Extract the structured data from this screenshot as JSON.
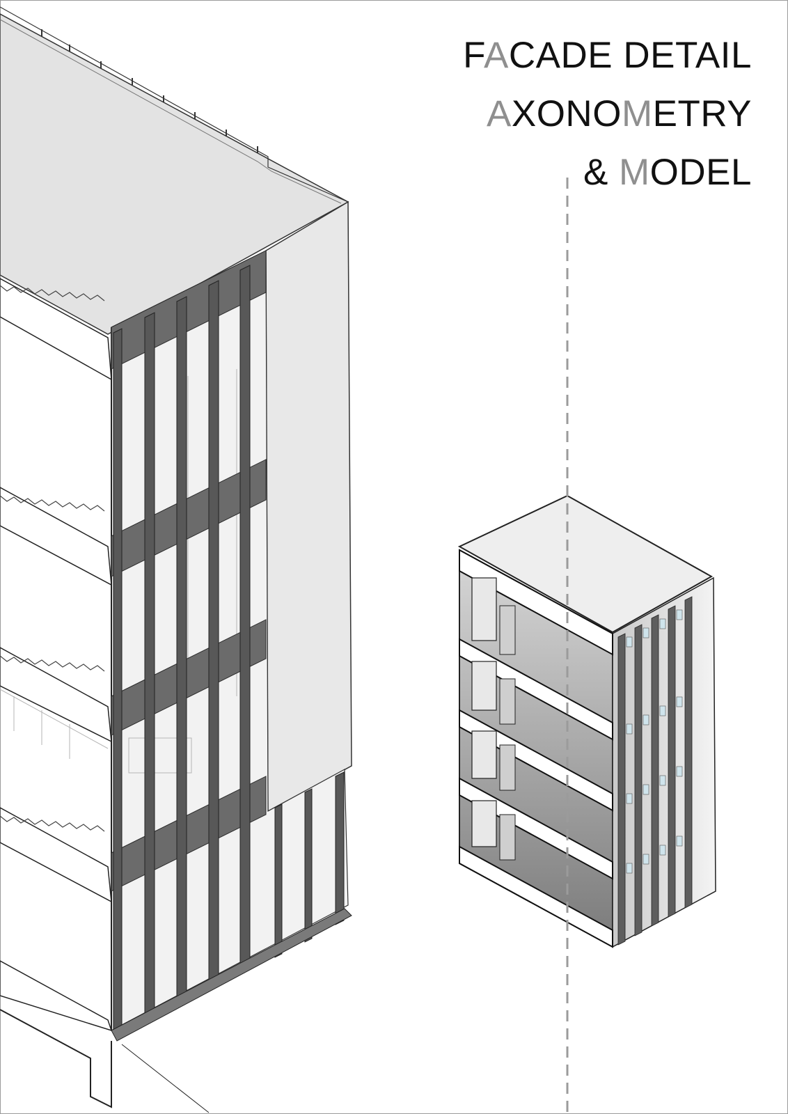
{
  "title": {
    "lines": [
      [
        {
          "text": "F",
          "accent": false
        },
        {
          "text": "A",
          "accent": true
        },
        {
          "text": "CADE DETAIL",
          "accent": false
        }
      ],
      [
        {
          "text": "A",
          "accent": true
        },
        {
          "text": "XONO",
          "accent": false
        },
        {
          "text": "M",
          "accent": true
        },
        {
          "text": "ETRY",
          "accent": false
        }
      ],
      [
        {
          "text": "& ",
          "accent": false
        },
        {
          "text": "M",
          "accent": true
        },
        {
          "text": "ODEL",
          "accent": false
        }
      ]
    ]
  },
  "colors": {
    "text": "#111111",
    "accent_text": "#8f8f8f",
    "roof": "#e4e4e4",
    "wall": "#efefef",
    "mullion": "#5c5c5c",
    "spandrel": "#6d6d6d",
    "glass": "#f3f3f3",
    "model_interior": "#8c8c8c",
    "dashed_axis": "#9b9b9b"
  }
}
